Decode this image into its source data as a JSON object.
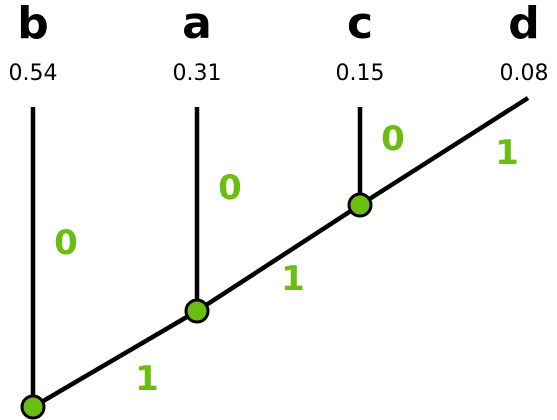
{
  "colors": {
    "edge": "#000000",
    "node_fill": "#6cbd12",
    "node_stroke": "#000000",
    "bit_label": "#6cbd12",
    "text": "#000000"
  },
  "leaves": [
    {
      "symbol": "b",
      "probability": "0.54"
    },
    {
      "symbol": "a",
      "probability": "0.31"
    },
    {
      "symbol": "c",
      "probability": "0.15"
    },
    {
      "symbol": "d",
      "probability": "0.08"
    }
  ],
  "edge_labels": {
    "b": "0",
    "a": "0",
    "c": "0",
    "d": "1",
    "spine_1": "1",
    "spine_2": "1"
  }
}
